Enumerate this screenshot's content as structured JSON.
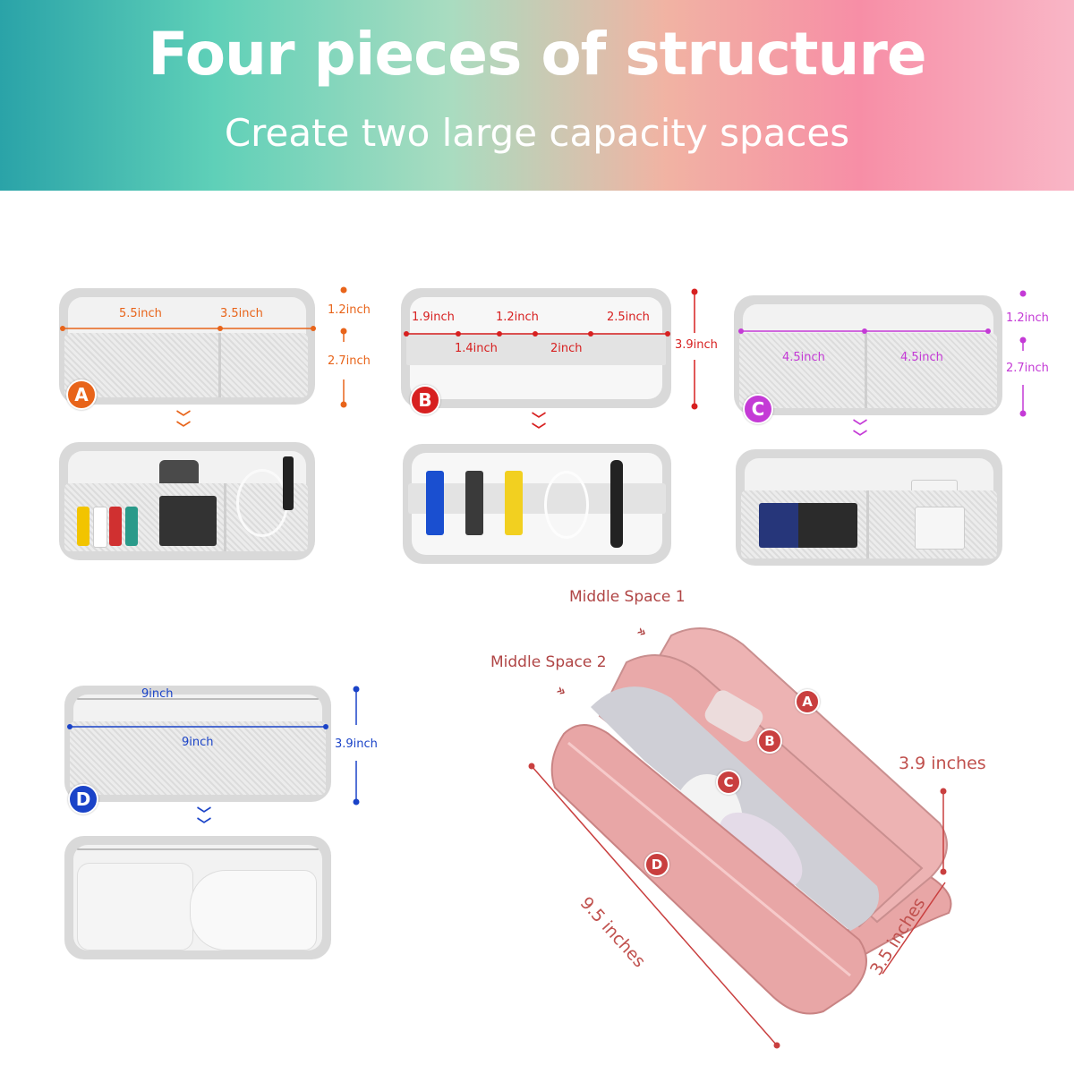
{
  "banner": {
    "title": "Four pieces of structure",
    "subtitle": "Create two large capacity spaces"
  },
  "colors": {
    "A": "#e8641a",
    "B": "#d72020",
    "C": "#c43ad6",
    "D": "#1a43c8",
    "pink": "#e8a6a6",
    "space": "#b04545"
  },
  "pouch_a": {
    "badge": "A",
    "width_left": "5.5inch",
    "width_right": "3.5inch",
    "height_top": "1.2inch",
    "height_bottom": "2.7inch"
  },
  "pouch_b": {
    "badge": "B",
    "w1": "1.9inch",
    "w2": "1.2inch",
    "w3": "2.5inch",
    "w4": "1.4inch",
    "w5": "2inch",
    "height": "3.9inch"
  },
  "pouch_c": {
    "badge": "C",
    "width_left": "4.5inch",
    "width_right": "4.5inch",
    "height_top": "1.2inch",
    "height_bottom": "2.7inch"
  },
  "pouch_d": {
    "badge": "D",
    "width_top": "9inch",
    "width_mesh": "9inch",
    "height": "3.9inch"
  },
  "bag": {
    "middle_space_1": "Middle Space 1",
    "middle_space_2": "Middle Space 2",
    "height": "3.9 inches",
    "length": "9.5 inches",
    "depth": "3.5 inches",
    "badges": [
      "A",
      "B",
      "C",
      "D"
    ]
  }
}
